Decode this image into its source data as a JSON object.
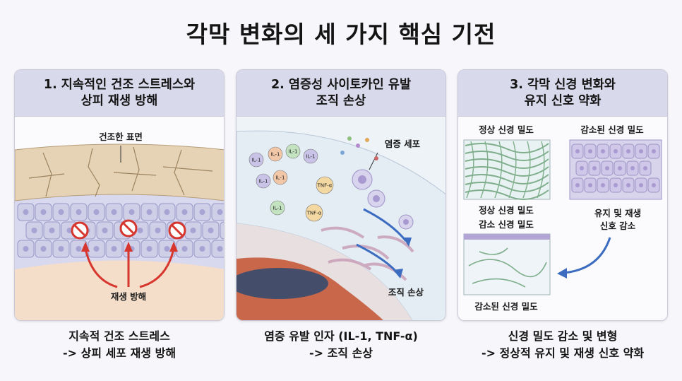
{
  "title": "각막 변화의 세 가지 핵심 기전",
  "panels": [
    {
      "heading": "1. 지속적인 건조 스트레스와\n상피 재생 방해",
      "labels": {
        "surface": "건조한 표면",
        "block": "재생 방해"
      },
      "caption_line1": "지속적 건조 스트레스",
      "caption_line2": "-> 상피 세포 재생 방해"
    },
    {
      "heading": "2. 염증성 사이토카인 유발\n조직 손상",
      "labels": {
        "cells": "염증 세포",
        "damage": "조직 손상"
      },
      "cytokines": [
        "IL-1",
        "IL-1",
        "IL-1",
        "IL-1",
        "IL-1",
        "IL-1",
        "IL-1",
        "TNF-α",
        "TNF-α"
      ],
      "caption_line1": "염증 유발 인자 (IL-1, TNF-α)",
      "caption_line2": "-> 조직 손상"
    },
    {
      "heading": "3. 각막 신경 변화와\n유지 신호 약화",
      "labels": {
        "normal_top": "정상 신경 밀도",
        "reduced_top": "감소된 신경 밀도",
        "normal_mid": "정상 신경 밀도",
        "reduced_mid": "감소 신경 밀도",
        "signal": "유지 및 재생\n신호 감소",
        "reduced_bottom": "감소된 신경 밀도"
      },
      "caption_line1": "신경 밀도 감소 및 변형",
      "caption_line2": "-> 정상적 유지 및 재생 신호 약화"
    }
  ],
  "colors": {
    "header_bg": "#d9d9ec",
    "cell_fill": "#cfcfe8",
    "surface": "#e3cfb0",
    "stroma": "#f1d9c4",
    "arrow_red": "#d6362d",
    "arrow_blue": "#3c6cbf",
    "nerve": "#7fae8c"
  }
}
